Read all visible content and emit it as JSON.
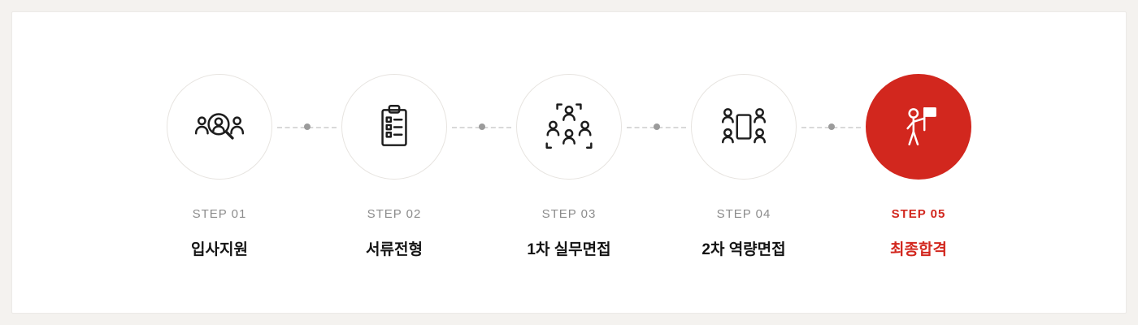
{
  "card": {
    "name": "recruitment-process-steps",
    "steps": [
      {
        "step_label": "STEP 01",
        "title": "입사지원",
        "icon": "applicant-search-icon",
        "state": "default"
      },
      {
        "step_label": "STEP 02",
        "title": "서류전형",
        "icon": "document-checklist-icon",
        "state": "default"
      },
      {
        "step_label": "STEP 03",
        "title": "1차 실무면접",
        "icon": "group-interview-icon",
        "state": "default"
      },
      {
        "step_label": "STEP 04",
        "title": "2차 역량면접",
        "icon": "panel-meeting-icon",
        "state": "default"
      },
      {
        "step_label": "STEP 05",
        "title": "최종합격",
        "icon": "person-flag-icon",
        "state": "highlighted"
      }
    ],
    "colors": {
      "accent_red": "#d2271e",
      "circle_border": "#e7e4e0",
      "step_label_gray": "#8c8c8c",
      "title_black": "#141414",
      "connector_gray": "#d9d9d9",
      "connector_dot": "#9b9b9b",
      "page_background": "#f4f2ef",
      "card_background": "#ffffff"
    }
  }
}
